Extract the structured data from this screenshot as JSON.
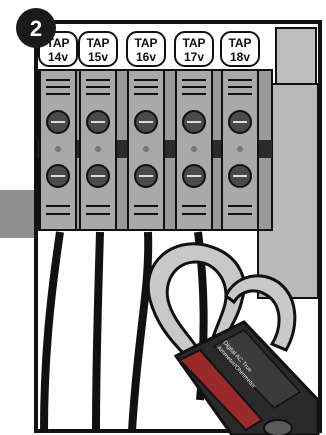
{
  "step": {
    "number": "2"
  },
  "taps": [
    {
      "label": "TAP",
      "voltage": "14v"
    },
    {
      "label": "TAP",
      "voltage": "15v"
    },
    {
      "label": "TAP",
      "voltage": "16v"
    },
    {
      "label": "TAP",
      "voltage": "17v"
    },
    {
      "label": "TAP",
      "voltage": "18v"
    }
  ],
  "meter": {
    "brand_line1": "Digital AC True",
    "brand_line2": "Ammeter/Ohmmeter"
  },
  "colors": {
    "step_badge": "#1a1a1a",
    "panel_grey": "#b9b9b9",
    "terminal_dark": "#2b2b2b",
    "meter_dark": "#2a2a2a",
    "meter_red": "#9a2a2a",
    "clamp_grey": "#c8c8c8"
  }
}
